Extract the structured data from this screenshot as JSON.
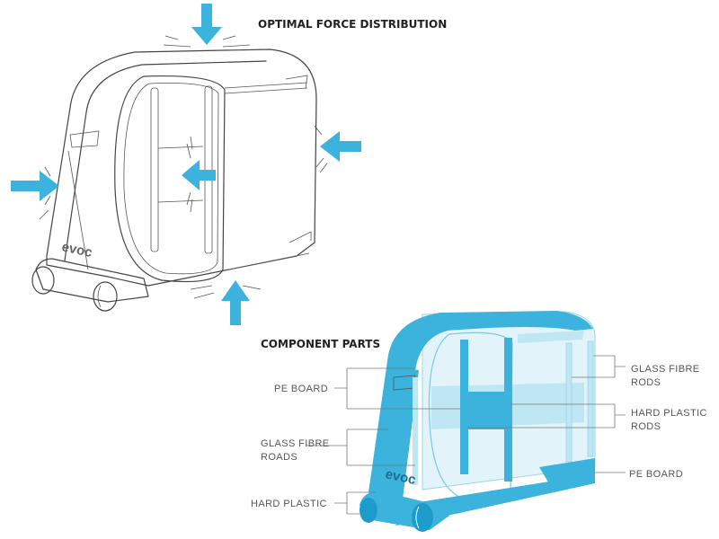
{
  "headings": {
    "force": "OPTIMAL FORCE DISTRIBUTION",
    "components": "COMPONENT PARTS"
  },
  "brand": "evoc",
  "callouts": {
    "pe_board_left": "PE BOARD",
    "glass_fibre_left_1": "GLASS FIBRE",
    "glass_fibre_left_2": "ROADS",
    "hard_plastic_left": "HARD PLASTIC",
    "glass_fibre_right_1": "GLASS FIBRE",
    "glass_fibre_right_2": "RODS",
    "hard_plastic_right_1": "HARD PLASTIC",
    "hard_plastic_right_2": "RODS",
    "pe_board_right": "PE BOARD"
  },
  "colors": {
    "accent": "#3bb3dc",
    "accent_dark": "#1d9ccc",
    "accent_light": "#bfe6f3",
    "accent_pale": "#e2f4fa",
    "line": "#444444"
  },
  "arrows": [
    "arrow-top",
    "arrow-left",
    "arrow-center",
    "arrow-right",
    "arrow-bottom"
  ]
}
